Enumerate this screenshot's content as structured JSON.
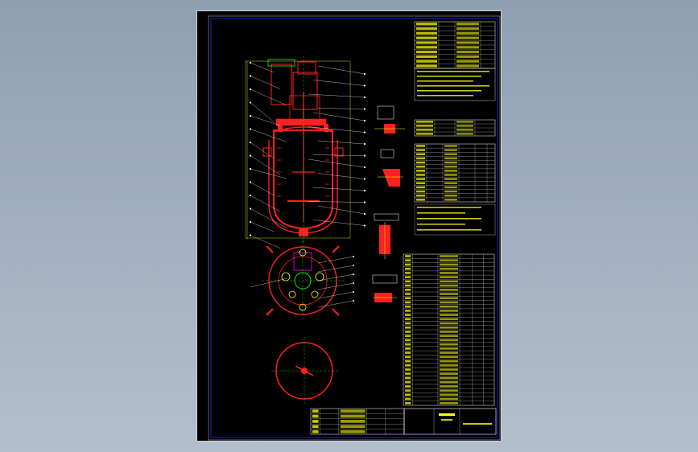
{
  "viewport": {
    "background_top": "#8f9fb2",
    "background_bottom": "#b3bfcc"
  },
  "sheet": {
    "background": "#000000",
    "frame_color": "#2a2aff"
  },
  "palette": {
    "vessel": "#ff2020",
    "leader": "#ffffff",
    "centerline": "#00ff00",
    "text": "#ffff00",
    "grid": "#ffffff",
    "accent": "#ff00ff"
  },
  "callouts": {
    "left_count": 14,
    "right_count": 14,
    "plan_count": 6
  },
  "views": [
    "vessel-elevation",
    "top-plan-view",
    "bottom-section-view",
    "detail-views",
    "technical-tables",
    "parts-list",
    "title-block"
  ]
}
